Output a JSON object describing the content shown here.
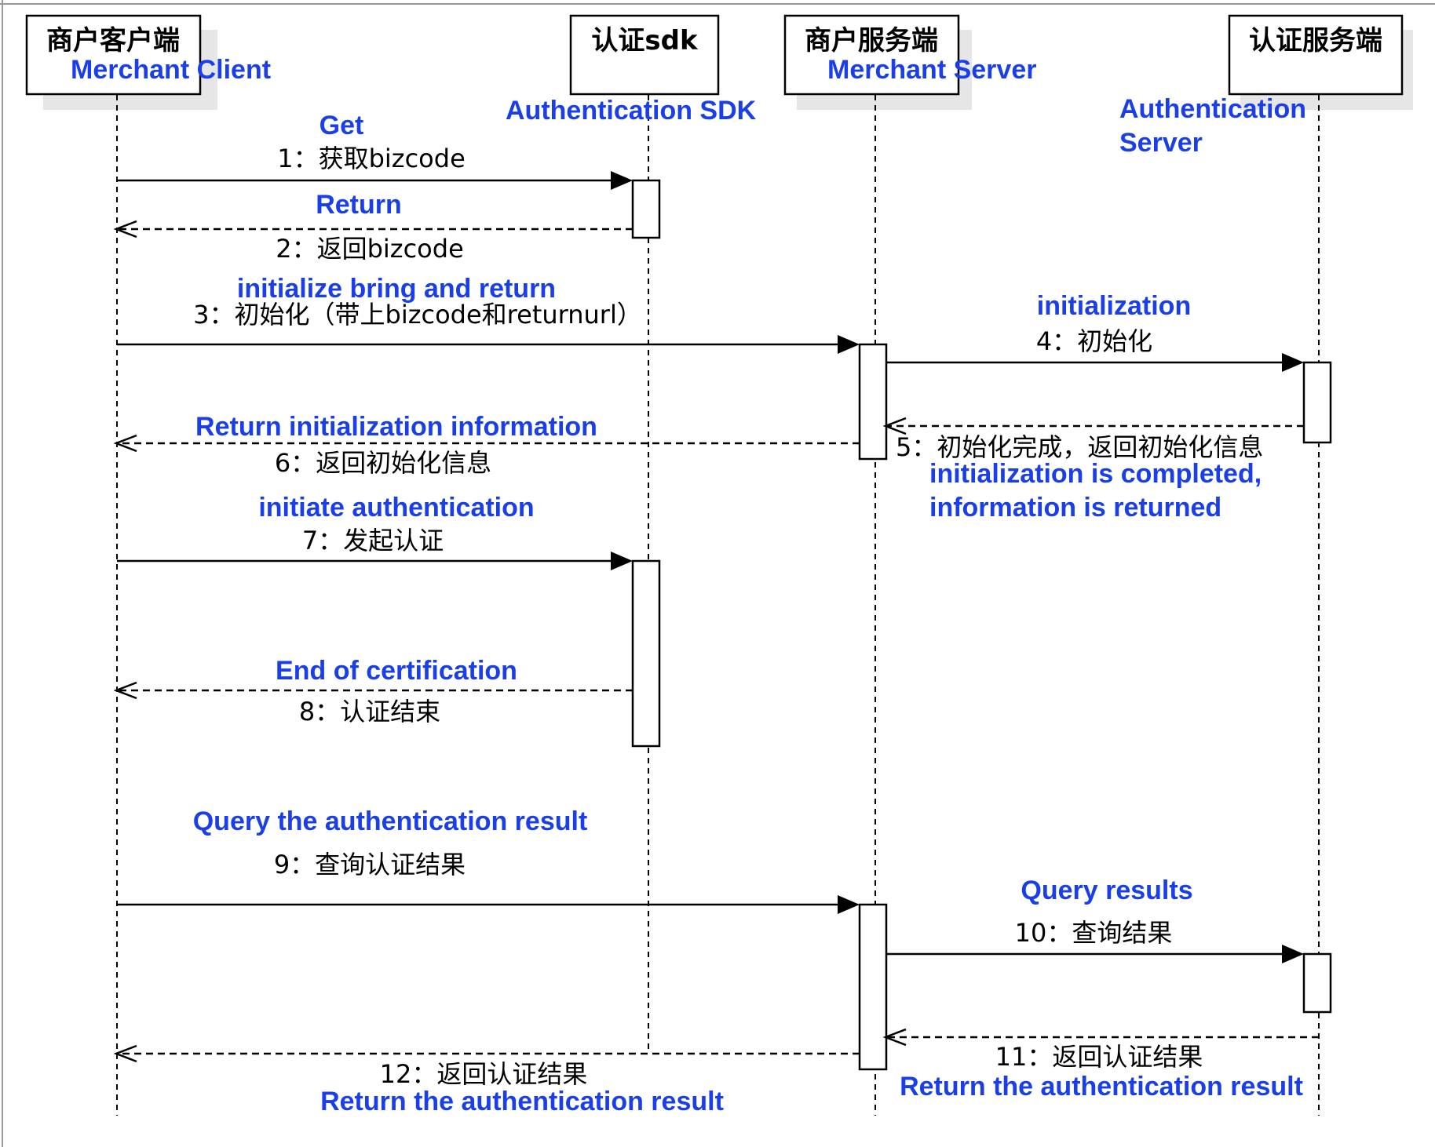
{
  "colors": {
    "english_label": "#1a3fe8",
    "line": "#000000",
    "shadow": "#e6e6e6"
  },
  "participants": [
    {
      "title": "商户客户端",
      "english": "Merchant Client"
    },
    {
      "title": "认证sdk",
      "english": "Authentication SDK"
    },
    {
      "title": "商户服务端",
      "english": "Merchant Server"
    },
    {
      "title": "认证服务端",
      "english_line1": "Authentication",
      "english_line2": "Server"
    }
  ],
  "messages": [
    {
      "label": "1：获取bizcode",
      "english": "Get"
    },
    {
      "label": "2：返回bizcode",
      "english": "Return"
    },
    {
      "label": "3：初始化（带上bizcode和returnurl）",
      "english": "initialize bring and return"
    },
    {
      "label": "4：初始化",
      "english": "initialization"
    },
    {
      "label": "5：初始化完成，返回初始化信息",
      "english_line1": "initialization is completed,",
      "english_line2": "information is returned"
    },
    {
      "label": "6：返回初始化信息",
      "english": "Return initialization information"
    },
    {
      "label": "7：发起认证",
      "english": "initiate authentication"
    },
    {
      "label": "8：认证结束",
      "english": "End of certification"
    },
    {
      "label": "9：查询认证结果",
      "english": "Query the authentication result"
    },
    {
      "label": "10：查询结果",
      "english": "Query results"
    },
    {
      "label": "11：返回认证结果",
      "english": "Return the authentication result"
    },
    {
      "label": "12：返回认证结果",
      "english": "Return the authentication result"
    }
  ]
}
